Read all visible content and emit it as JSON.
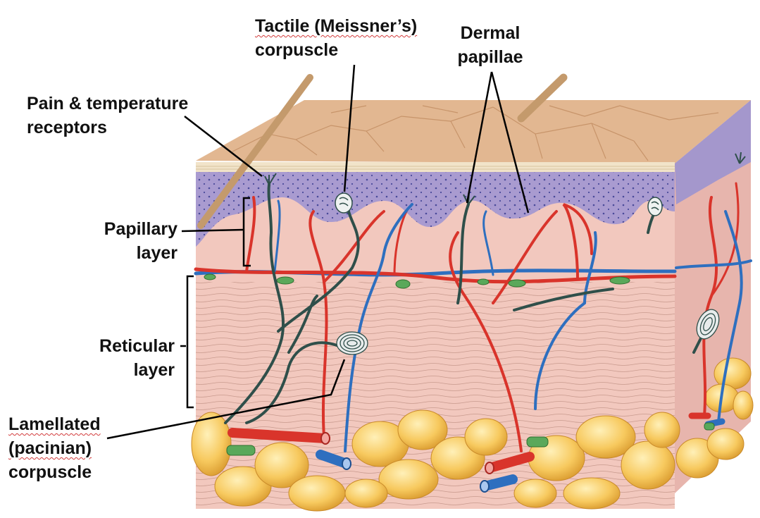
{
  "labels": {
    "tactile": {
      "line1": "Tactile (Meissner’s)",
      "line2": "corpuscle"
    },
    "dermal": {
      "line1": "Dermal",
      "line2": "papillae"
    },
    "pain": {
      "line1": "Pain & temperature",
      "line2": "receptors"
    },
    "papillary": {
      "line1": "Papillary",
      "line2": "layer"
    },
    "reticular": {
      "line1": "Reticular",
      "line2": "layer"
    },
    "lamellated": {
      "line1": "Lamellated",
      "line2": "(pacinian)",
      "line3": "corpuscle"
    }
  },
  "colors": {
    "epidermis": "#a99ad0",
    "dermis": "#f2c9bf",
    "surface": "#e0b48e",
    "artery": "#d9342b",
    "vein": "#2e6fbf",
    "nerve": "#2f4f4a",
    "fat": "#f5c45a",
    "lymph": "#5aa85a"
  }
}
